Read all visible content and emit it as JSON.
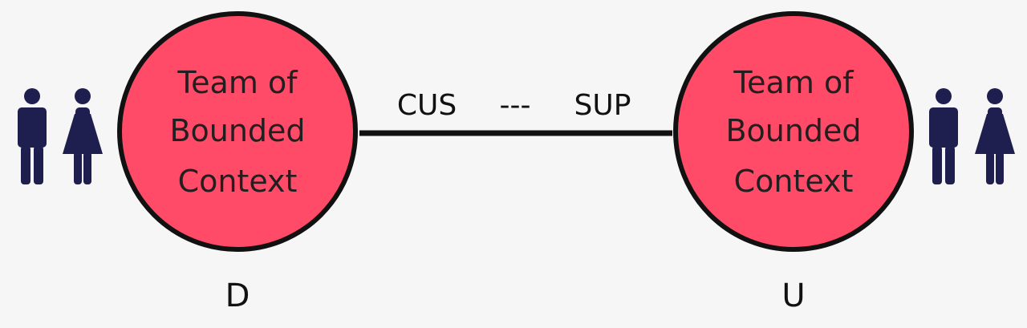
{
  "colors": {
    "background": "#f6f6f6",
    "circle_fill": "#ff4b68",
    "circle_stroke": "#111111",
    "connector": "#111111",
    "people_icon": "#1f1f4f"
  },
  "left_context": {
    "label_line1": "Team of",
    "label_line2": "Bounded",
    "label_line3": "Context",
    "side_label": "D",
    "icons": [
      "man-icon",
      "woman-icon"
    ]
  },
  "right_context": {
    "label_line1": "Team of",
    "label_line2": "Bounded",
    "label_line3": "Context",
    "side_label": "U",
    "icons": [
      "man-icon",
      "woman-icon"
    ]
  },
  "relationship": {
    "left_label": "CUS",
    "separator": "---",
    "right_label": "SUP"
  }
}
